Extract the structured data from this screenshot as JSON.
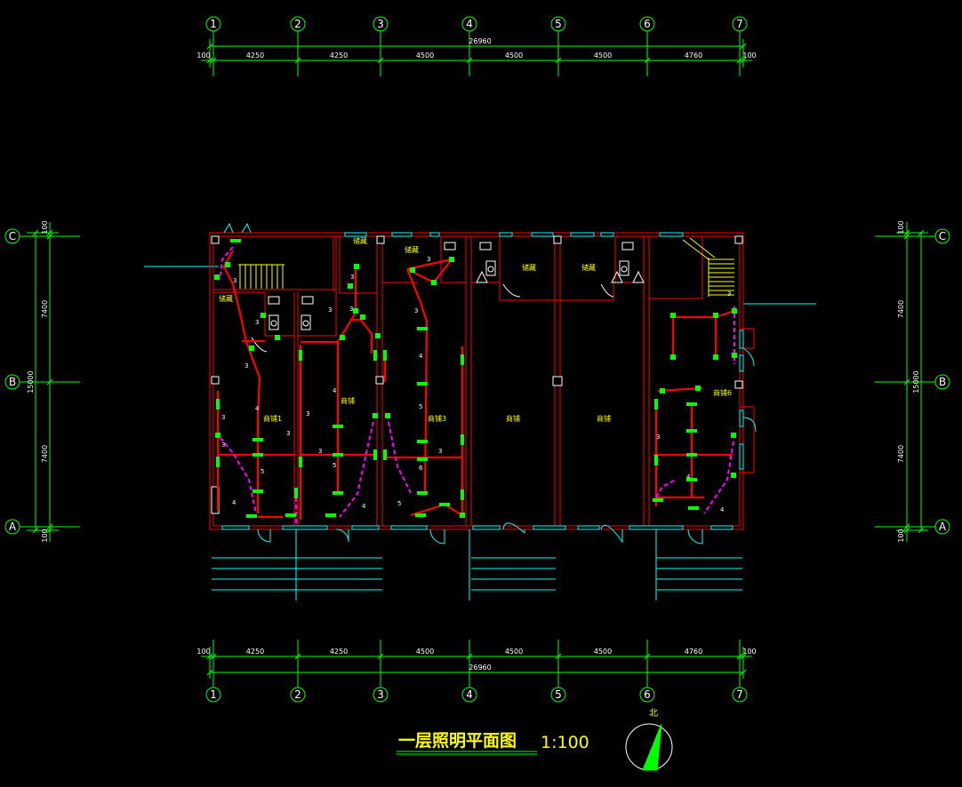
{
  "colors": {
    "background": "#000000",
    "grid": "#00ff00",
    "wall": "#ff0000",
    "label": "#ffff00",
    "window": "#00ffff",
    "wiring": "#ff00ff",
    "text": "#ffffff"
  },
  "axes": {
    "top": [
      "1",
      "2",
      "3",
      "4",
      "5",
      "6",
      "7"
    ],
    "bottom": [
      "1",
      "2",
      "3",
      "4",
      "5",
      "6",
      "7"
    ],
    "left": [
      "C",
      "B",
      "A"
    ],
    "right": [
      "C",
      "B",
      "A"
    ]
  },
  "dimensions": {
    "top_overall": "26960",
    "top_segments": [
      "100",
      "4250",
      "4250",
      "4500",
      "4500",
      "4500",
      "4760",
      "100"
    ],
    "bottom_overall": "26960",
    "bottom_segments": [
      "100",
      "4250",
      "4250",
      "4500",
      "4500",
      "4500",
      "4760",
      "100"
    ],
    "left": [
      "100",
      "7400",
      "15000",
      "7400",
      "100"
    ],
    "right": [
      "100",
      "7400",
      "15000",
      "7400",
      "100"
    ]
  },
  "rooms": [
    "储藏",
    "储藏",
    "储藏",
    "储藏",
    "储藏",
    "商铺1",
    "商铺",
    "商铺3",
    "商铺",
    "商铺",
    "商铺6"
  ],
  "circuits": [
    "3",
    "3",
    "3",
    "3",
    "3",
    "4",
    "5",
    "4",
    "3",
    "3",
    "3",
    "4",
    "5",
    "4",
    "3",
    "3",
    "3",
    "3",
    "3",
    "4",
    "5",
    "3",
    "6",
    "5",
    "3",
    "4",
    "4",
    "3"
  ],
  "title": "一层照明平面图",
  "scale": "1:100",
  "north": "北"
}
